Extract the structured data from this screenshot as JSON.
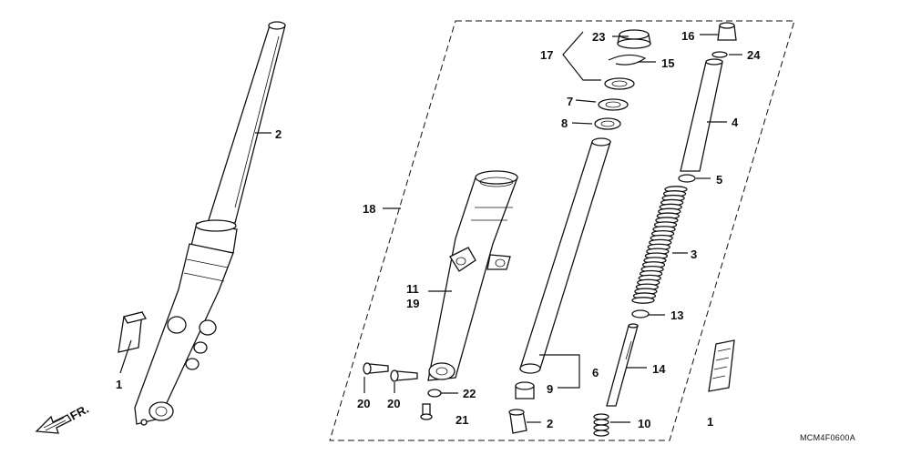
{
  "diagram_code": "MCM4F0600A",
  "direction_label": "FR.",
  "callouts": {
    "c1a": "1",
    "c2a": "2",
    "c23": "23",
    "c17": "17",
    "c15": "15",
    "c7": "7",
    "c8": "8",
    "c16": "16",
    "c24": "24",
    "c4": "4",
    "c5": "5",
    "c18": "18",
    "c3": "3",
    "c11": "11",
    "c19": "19",
    "c13": "13",
    "c6": "6",
    "c14": "14",
    "c9": "9",
    "c20a": "20",
    "c20b": "20",
    "c22": "22",
    "c21": "21",
    "c2b": "2",
    "c10": "10",
    "c1b": "1"
  }
}
